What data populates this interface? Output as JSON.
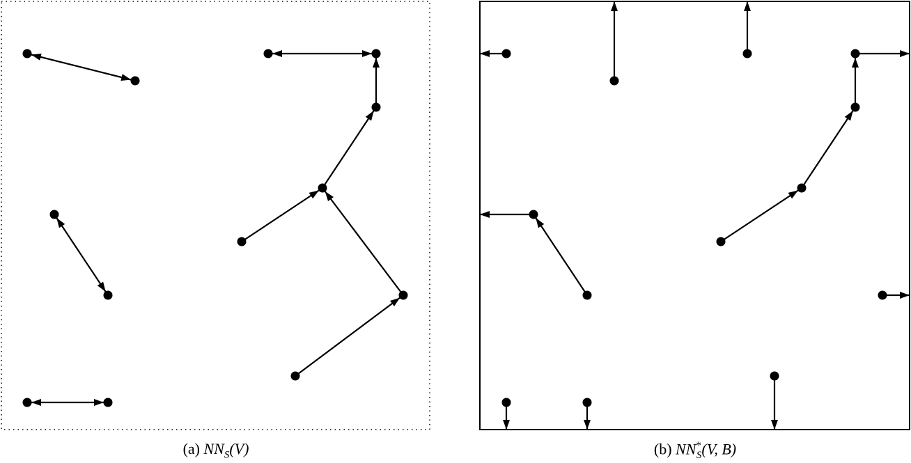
{
  "panels": [
    {
      "id": "a",
      "border": "dotted",
      "caption": {
        "prefix": "(a)",
        "func": "NN",
        "sub": "S",
        "sup": "",
        "args": "(V)"
      },
      "edges": [
        [
          "A",
          "B",
          "both"
        ],
        [
          "C",
          "D",
          "both"
        ],
        [
          "E",
          "D",
          "end"
        ],
        [
          "F",
          "E",
          "end"
        ],
        [
          "G",
          "F",
          "end"
        ],
        [
          "H",
          "F",
          "end"
        ],
        [
          "I",
          "H",
          "end"
        ],
        [
          "J",
          "K",
          "both"
        ],
        [
          "L",
          "M",
          "both"
        ]
      ]
    },
    {
      "id": "b",
      "border": "solid",
      "caption": {
        "prefix": "(b)",
        "func": "NN",
        "sub": "S",
        "sup": "*",
        "args": "(V, B)"
      },
      "edges": [
        [
          "A",
          "bL",
          "end"
        ],
        [
          "B",
          "bT",
          "end"
        ],
        [
          "C",
          "bT",
          "end"
        ],
        [
          "D",
          "bR",
          "end"
        ],
        [
          "E",
          "D",
          "end"
        ],
        [
          "F",
          "E",
          "end"
        ],
        [
          "G",
          "F",
          "end"
        ],
        [
          "J",
          "bL",
          "end"
        ],
        [
          "K",
          "J",
          "end"
        ],
        [
          "H",
          "bR",
          "end"
        ],
        [
          "I",
          "bB",
          "end"
        ],
        [
          "L",
          "bB",
          "end"
        ],
        [
          "M",
          "bB",
          "end"
        ]
      ]
    }
  ],
  "colors": {
    "ink": "#000000",
    "background": "#ffffff"
  }
}
